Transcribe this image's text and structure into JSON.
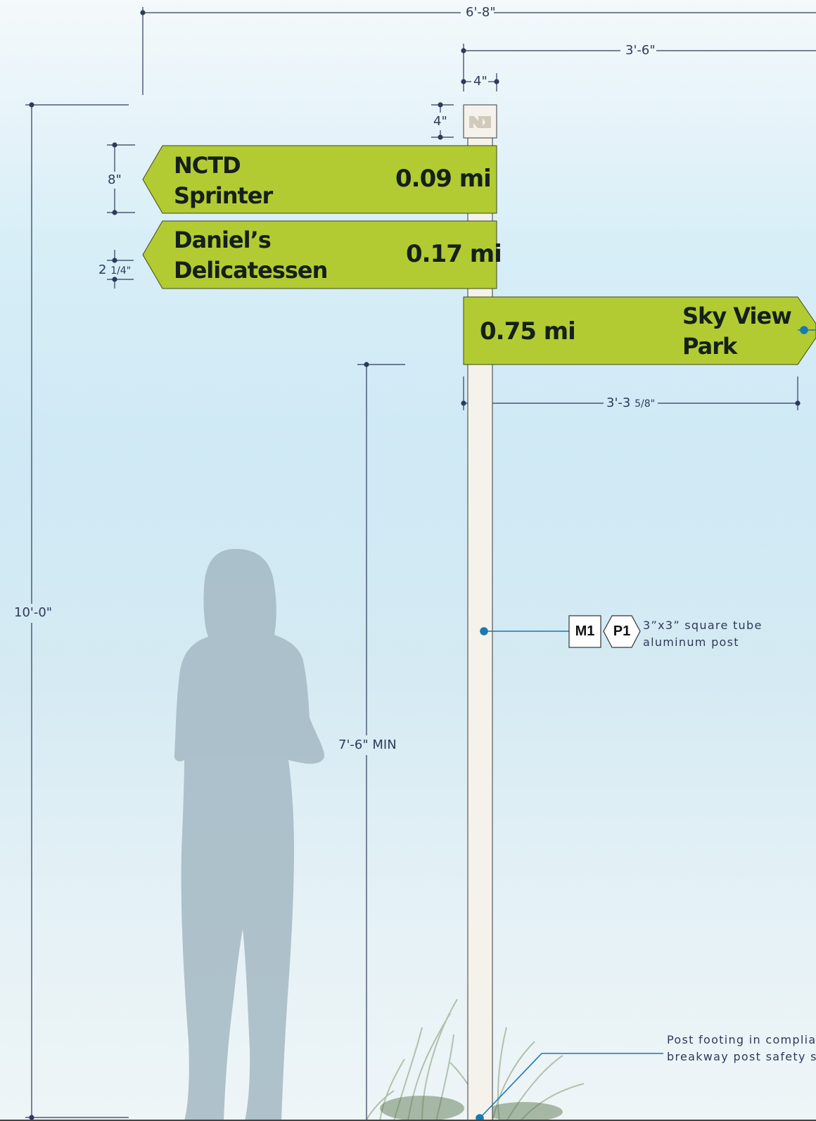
{
  "dimensions": {
    "overall_width": "6'-8\"",
    "arm_width": "3'-6\"",
    "post_width": "4\"",
    "cap_height": "4\"",
    "sign_height": "8\"",
    "sign_gap_whole": "2",
    "sign_gap_fraction": "1/4\"",
    "overall_height": "10'-0\"",
    "clearance": "7'-6\" MIN",
    "right_sign_length_whole": "3'-3",
    "right_sign_length_fraction": "5/8\""
  },
  "signs": [
    {
      "line1": "NCTD",
      "line2": "Sprinter",
      "distance": "0.09 mi",
      "direction": "left"
    },
    {
      "line1": "Daniel’s",
      "line2": "Delicatessen",
      "distance": "0.17 mi",
      "direction": "left"
    },
    {
      "line1": "Sky View",
      "line2": "Park",
      "distance": "0.75 mi",
      "direction": "right"
    }
  ],
  "callouts": {
    "post": {
      "material_tag": "M1",
      "paint_tag": "P1",
      "line1": "3”x3” square tube",
      "line2": "aluminum post"
    },
    "footing": {
      "line1": "Post footing in complia",
      "line2": "breakway post safety s"
    }
  },
  "colors": {
    "sign_green": "#b3cb33",
    "post": "#f4f2ea",
    "dimension_line": "#2e3a5a",
    "callout_blue": "#1a78b4"
  }
}
